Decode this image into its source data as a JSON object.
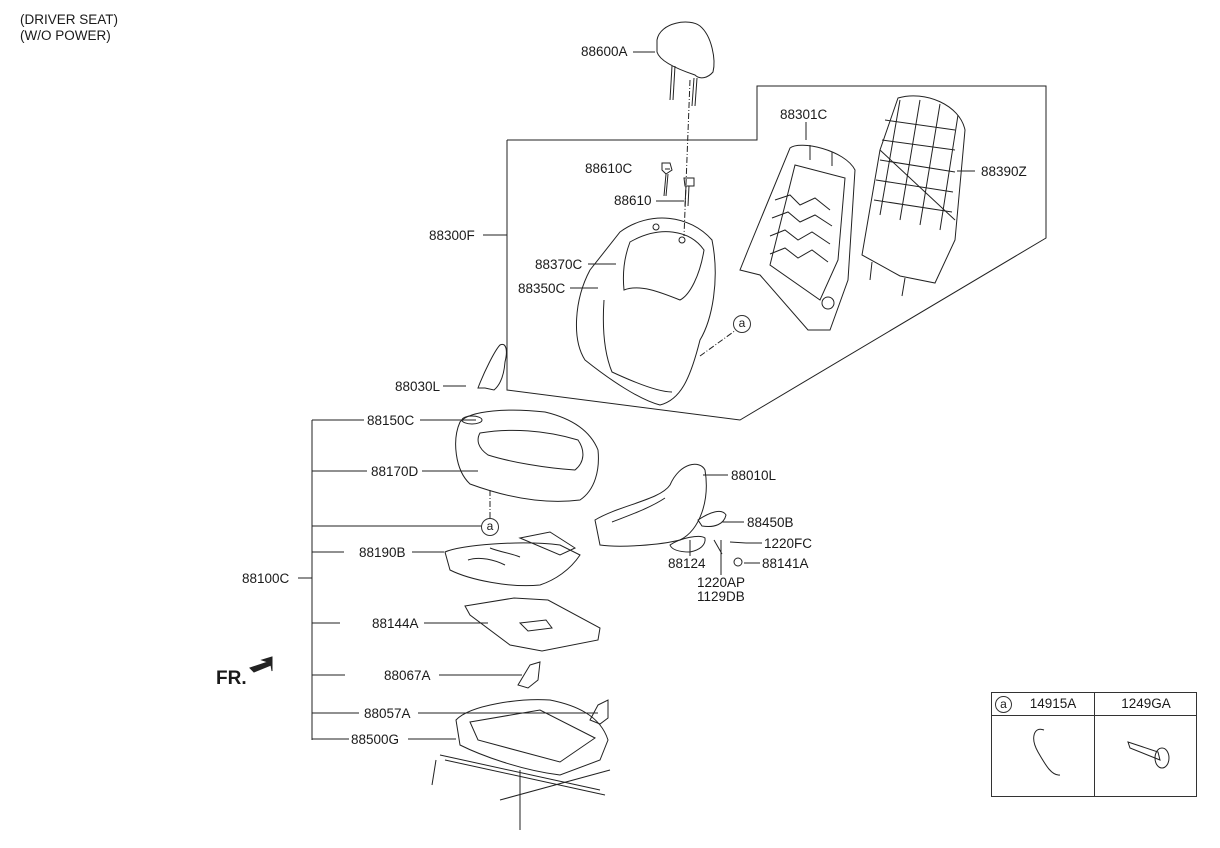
{
  "notes": [
    "(DRIVER SEAT)",
    "(W/O POWER)"
  ],
  "direction_label": "FR.",
  "callout_letter": "a",
  "parts": {
    "headrest": "88600A",
    "guide_c": "88610C",
    "guide": "88610",
    "back_assy": "88300F",
    "back_cover": "88370C",
    "back_pad_small": "88350C",
    "back_frame": "88301C",
    "back_board": "88390Z",
    "cushion_side": "88030L",
    "cushion_cover_small": "88150C",
    "cushion_cover": "88170D",
    "cushion_assy": "88100C",
    "cushion_pad": "88190B",
    "cushion_sheet": "88144A",
    "bracket_a": "88067A",
    "bracket_b": "88057A",
    "track_assy": "88500G",
    "shield": "88010L",
    "knob": "88450B",
    "screw_fc": "1220FC",
    "lever": "88124",
    "screw_ap": "1220AP",
    "screw_db": "1129DB",
    "cap": "88141A"
  },
  "legend": {
    "circle": "a",
    "col1": "14915A",
    "col2": "1249GA"
  }
}
